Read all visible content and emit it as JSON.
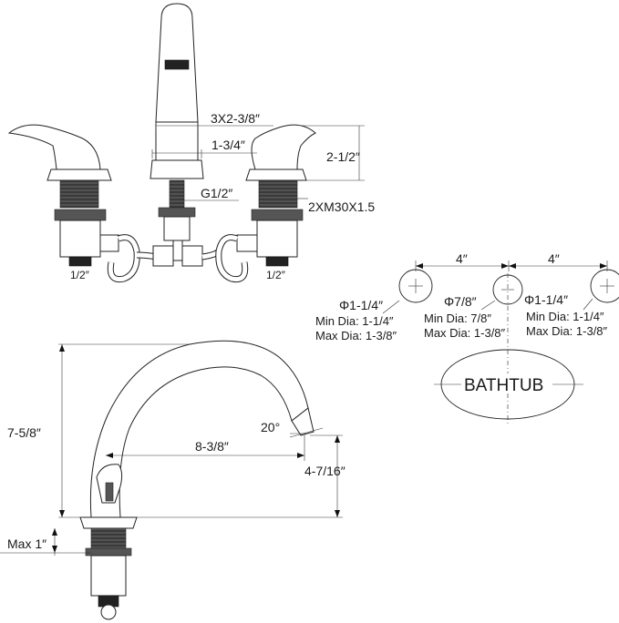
{
  "front_view": {
    "labels": {
      "spout_width": "3X2-3/8″",
      "spout_base": "1-3/4″",
      "handle_height": "2-1/2″",
      "center_thread": "G1/2″",
      "valve_thread": "2XM30X1.5",
      "inlet_left": "1/2″",
      "inlet_right": "1/2″"
    }
  },
  "hole_layout": {
    "spacing_left": "4″",
    "spacing_right": "4″",
    "holes": [
      {
        "diameter": "Φ1-1/4″",
        "min": "Min Dia: 1-1/4″",
        "max": "Max Dia: 1-3/8″"
      },
      {
        "diameter": "Φ7/8″",
        "min": "Min Dia: 7/8″",
        "max": "Max Dia: 1-3/8″"
      },
      {
        "diameter": "Φ1-1/4″",
        "min": "Min Dia: 1-1/4″",
        "max": "Max Dia: 1-3/8″"
      }
    ],
    "tub_label": "BATHTUB"
  },
  "side_view": {
    "labels": {
      "total_height": "7-5/8″",
      "reach": "8-3/8″",
      "angle": "20°",
      "spout_height": "4-7/16″",
      "max_deck": "Max 1″"
    }
  }
}
